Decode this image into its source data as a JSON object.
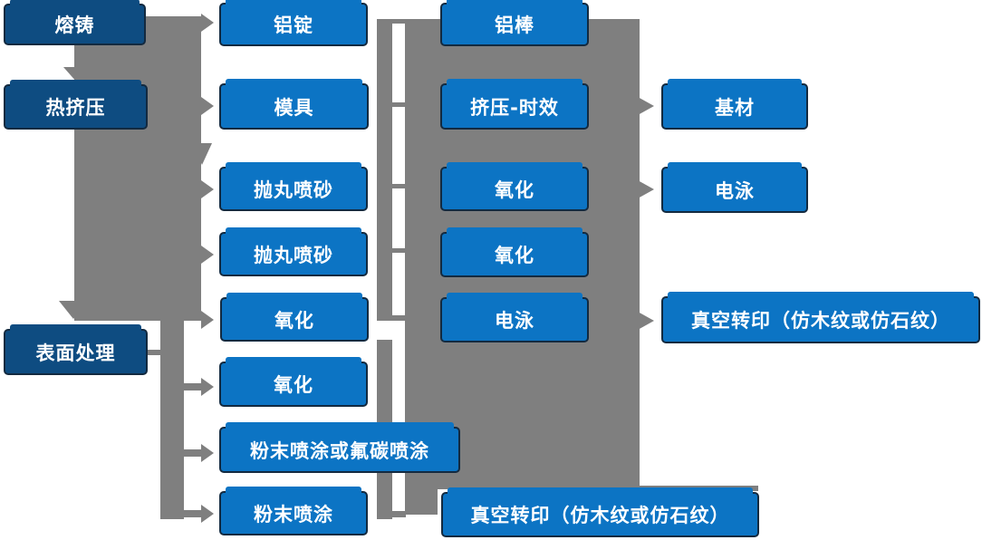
{
  "colors": {
    "box-dark": "#0E4C81",
    "box-light": "#0C74C4",
    "box-border": "#132A40",
    "connector": "#7F7F7F",
    "text": "#FFFFFF",
    "background": "#FFFFFF"
  },
  "nodes": {
    "rongzhu": "熔铸",
    "rejiya": "热挤压",
    "biaomianchuli": "表面处理",
    "lvding": "铝锭",
    "moju": "模具",
    "paowanpensha_1": "抛丸喷砂",
    "paowanpensha_2": "抛丸喷砂",
    "yanghua_1": "氧化",
    "yanghua_2": "氧化",
    "fenmo_futan": "粉末喷涂或氟碳喷涂",
    "fenmopentu": "粉末喷涂",
    "lvbang": "铝棒",
    "jiya_shixiao": "挤压-时效",
    "yanghua_3": "氧化",
    "yanghua_4": "氧化",
    "dianyong_1": "电泳",
    "zhenkong_zhuanyin_bottom": "真空转印（仿木纹或仿石纹）",
    "jicai": "基材",
    "dianyong_2": "电泳",
    "zhenkong_zhuanyin_right": "真空转印（仿木纹或仿石纹）"
  }
}
